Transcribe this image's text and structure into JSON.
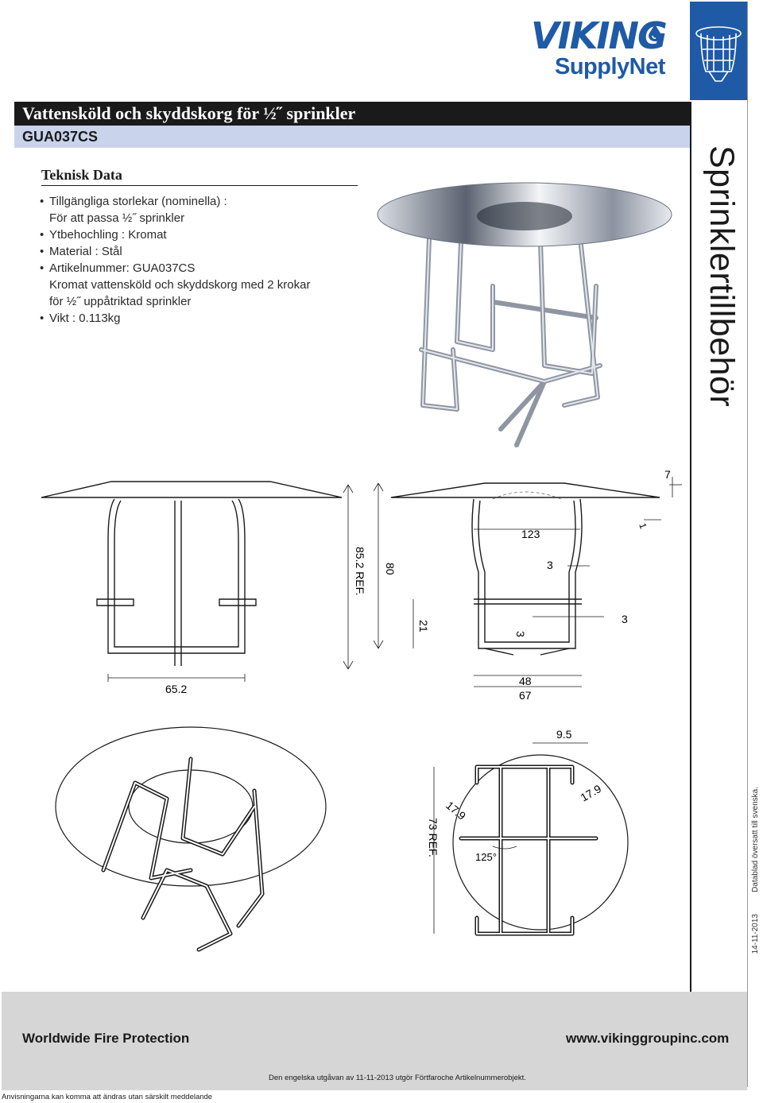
{
  "logo": {
    "brand": "VIKING",
    "tagline": "SupplyNet"
  },
  "header": {
    "title": "Vattensköld och skyddskorg för ½˝ sprinkler",
    "code": "GUA037CS"
  },
  "tech": {
    "heading": "Teknisk Data",
    "items": [
      "Tillgängliga storlekar (nominella) :",
      "För att passa ½˝ sprinkler",
      "Ytbehochling : Kromat",
      "Material : Stål",
      "Artikelnummer: GUA037CS",
      "Kromat vattensköld och skyddskorg med 2 krokar",
      "för ½˝ uppåtriktad sprinkler",
      "Vikt : 0.113kg"
    ]
  },
  "side": {
    "category": "Sprinklertillbehör",
    "translation_note": "Datablad översatt till svenska.",
    "date": "14-11-2013"
  },
  "dimensions": {
    "front": [
      "85.2 REF.",
      "65.2"
    ],
    "side": [
      "7",
      "1",
      "123",
      "80",
      "3",
      "3",
      "21",
      "3",
      "48",
      "67"
    ],
    "top": [
      "9.5",
      "17.9",
      "17.9",
      "73 REF.",
      "125°"
    ]
  },
  "footer": {
    "left": "Worldwide Fire Protection",
    "right": "www.vikinggroupinc.com",
    "note": "Den engelska utgåvan av 11-11-2013 utgör Förtfaroche Artikelnummerobjekt.",
    "disclaimer": "Anvisningarna kan komma att ändras utan särskilt meddelande"
  },
  "colors": {
    "brand_blue": "#1f5aa6",
    "title_band": "#1a1a1a",
    "subtitle_band": "#c9d3ec",
    "footer_band": "#d6d6d6"
  },
  "icons": [
    "guard-cage-icon",
    "water-drop-icon"
  ]
}
